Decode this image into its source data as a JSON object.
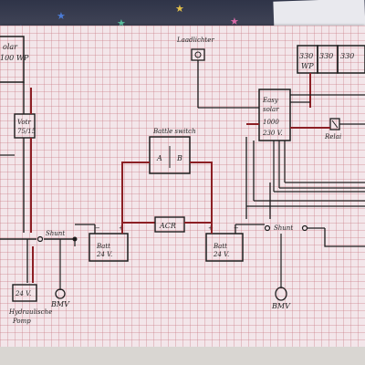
{
  "labels": {
    "solar_left_line1": "olar",
    "solar_left_line2": "100 WP",
    "laadregelaar_left_line1": "Votr",
    "laadregelaar_left_line2": "75/15",
    "lamp_top": "Laadlichter",
    "panel_1": "330",
    "panel_1_unit": "WP",
    "panel_2": "330",
    "panel_3": "330",
    "inverter_line1": "Easy",
    "inverter_line2": "solar",
    "inverter_line3": "1000",
    "inverter_line4": "230 V.",
    "relay": "Relai",
    "switch_center": "Battle switch",
    "switch_pos_a": "A",
    "switch_pos_b": "B",
    "shunt_left": "Shunt",
    "shunt_right": "Shunt",
    "battery_left_line1": "Batt",
    "battery_left_line2": "24 V.",
    "battery_right_line1": "Batt",
    "battery_right_line2": "24 V.",
    "acr": "ACR",
    "battery_small": "24 V.",
    "bmv_left": "BMV",
    "bmv_right": "BMV",
    "pump_line1": "Hydraulische",
    "pump_line2": "Pomp"
  },
  "colors": {
    "wire_red": "#8c1f24",
    "wire_black": "#1d1d1d",
    "paper": "#f3e6ea",
    "grid": "#c8788a"
  }
}
